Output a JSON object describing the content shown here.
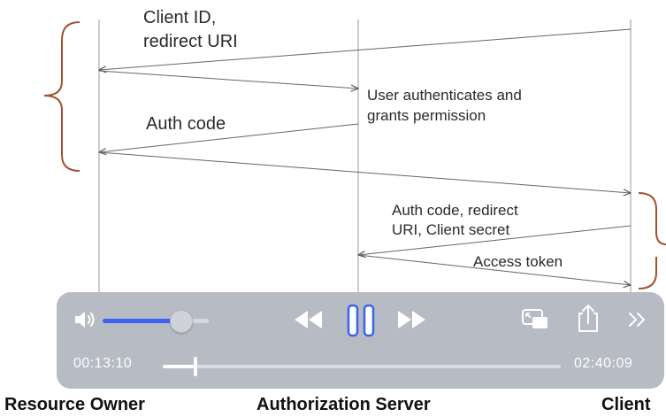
{
  "diagram": {
    "msg_client_id_line1": "Client ID,",
    "msg_client_id_line2": "redirect URI",
    "msg_authn_line1": "User authenticates and",
    "msg_authn_line2": "grants permission",
    "msg_auth_code": "Auth code",
    "msg_exchange_line1": "Auth code, redirect",
    "msg_exchange_line2": "URI, Client secret",
    "msg_access_token": "Access token",
    "bracket_color": "#a0522d"
  },
  "actors": {
    "resource_owner": "Resource Owner",
    "authorization_server": "Authorization Server",
    "client": "Client"
  },
  "player": {
    "elapsed": "00:13:10",
    "total": "02:40:09",
    "progress_fraction": 0.082,
    "volume_fraction": 0.73,
    "accent": "#3a63f0",
    "state": "playing",
    "icons": [
      "speaker-icon",
      "rewind-icon",
      "pause-icon",
      "fast-forward-icon",
      "picture-in-picture-icon",
      "share-icon",
      "more-chevron-icon"
    ]
  }
}
